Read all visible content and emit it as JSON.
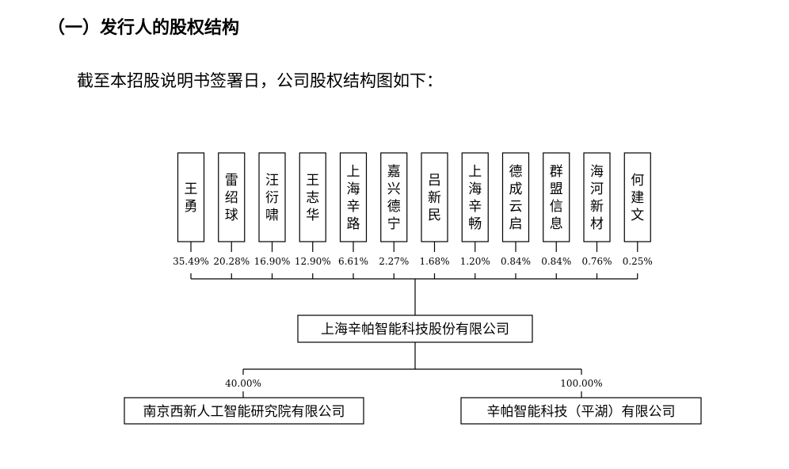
{
  "section": {
    "heading": "（一）发行人的股权结构"
  },
  "intro": {
    "text": "截至本招股说明书签署日，公司股权结构图如下："
  },
  "chart_data": {
    "type": "org-chart",
    "shareholders": [
      {
        "name": "王勇",
        "pct": "35.49%"
      },
      {
        "name": "雷绍球",
        "pct": "20.28%"
      },
      {
        "name": "汪衍啸",
        "pct": "16.90%"
      },
      {
        "name": "王志华",
        "pct": "12.90%"
      },
      {
        "name": "上海辛路",
        "pct": "6.61%"
      },
      {
        "name": "嘉兴德宁",
        "pct": "2.27%"
      },
      {
        "name": "吕新民",
        "pct": "1.68%"
      },
      {
        "name": "上海辛畅",
        "pct": "1.20%"
      },
      {
        "name": "德成云启",
        "pct": "0.84%"
      },
      {
        "name": "群盟信息",
        "pct": "0.84%"
      },
      {
        "name": "海河新材",
        "pct": "0.76%"
      },
      {
        "name": "何建文",
        "pct": "0.25%"
      }
    ],
    "company": {
      "name": "上海辛帕智能科技股份有限公司"
    },
    "subsidiaries": [
      {
        "name": "南京西新人工智能研究院有限公司",
        "pct": "40.00%"
      },
      {
        "name": "辛帕智能科技（平湖）有限公司",
        "pct": "100.00%"
      }
    ]
  }
}
